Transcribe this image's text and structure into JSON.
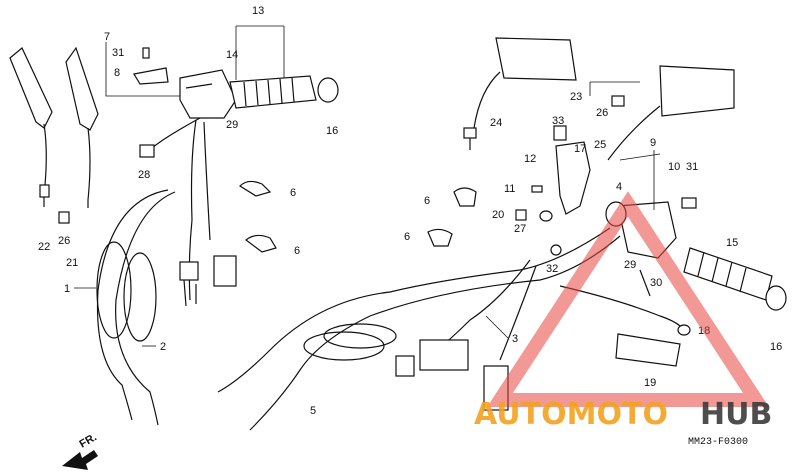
{
  "diagram": {
    "part_labels": [
      "1",
      "2",
      "3",
      "4",
      "5",
      "6",
      "6",
      "6",
      "6",
      "7",
      "8",
      "9",
      "10",
      "11",
      "12",
      "13",
      "14",
      "15",
      "16",
      "16",
      "17",
      "18",
      "19",
      "20",
      "21",
      "22",
      "23",
      "24",
      "25",
      "26",
      "26",
      "27",
      "28",
      "29",
      "29",
      "30",
      "31",
      "31",
      "32",
      "33"
    ],
    "front_indicator": "FR.",
    "diagram_code": "MM23-F0300"
  },
  "watermark": {
    "brand_part1": "AUTOMOTO",
    "brand_part2": "HUB",
    "colors": {
      "orange": "#f2a321",
      "dark": "#3b3b3b",
      "triangle": "#e8463f"
    }
  }
}
